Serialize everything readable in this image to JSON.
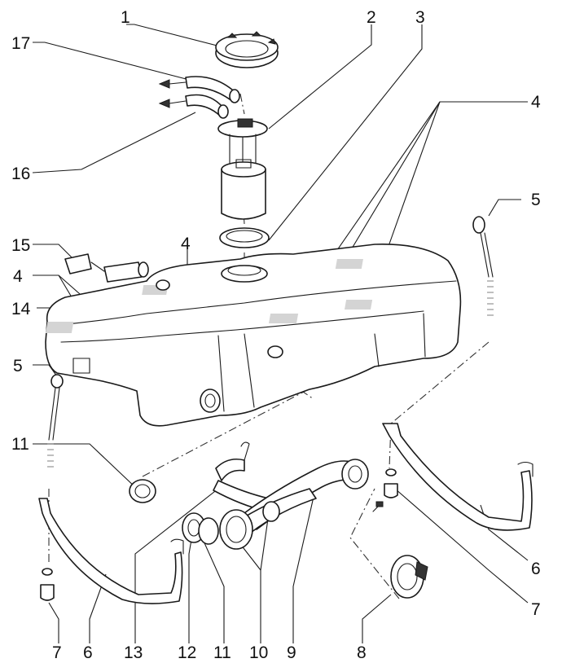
{
  "diagram": {
    "callouts": [
      {
        "id": "c1",
        "text": "1"
      },
      {
        "id": "c2",
        "text": "2"
      },
      {
        "id": "c3",
        "text": "3"
      },
      {
        "id": "c4a",
        "text": "4"
      },
      {
        "id": "c4b",
        "text": "4"
      },
      {
        "id": "c4c",
        "text": "4"
      },
      {
        "id": "c5a",
        "text": "5"
      },
      {
        "id": "c5b",
        "text": "5"
      },
      {
        "id": "c6a",
        "text": "6"
      },
      {
        "id": "c6b",
        "text": "6"
      },
      {
        "id": "c7a",
        "text": "7"
      },
      {
        "id": "c7b",
        "text": "7"
      },
      {
        "id": "c8",
        "text": "8"
      },
      {
        "id": "c9",
        "text": "9"
      },
      {
        "id": "c10",
        "text": "10"
      },
      {
        "id": "c11a",
        "text": "11"
      },
      {
        "id": "c11b",
        "text": "11"
      },
      {
        "id": "c12",
        "text": "12"
      },
      {
        "id": "c13",
        "text": "13"
      },
      {
        "id": "c14",
        "text": "14"
      },
      {
        "id": "c15",
        "text": "15"
      },
      {
        "id": "c16",
        "text": "16"
      },
      {
        "id": "c17",
        "text": "17"
      }
    ]
  },
  "colors": {
    "ink": "#1a1a1a",
    "paper": "#ffffff"
  }
}
